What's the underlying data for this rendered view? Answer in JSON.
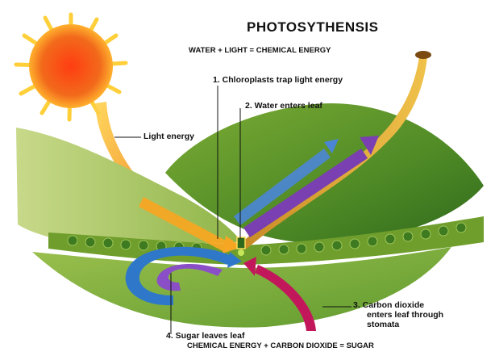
{
  "title": "PHOTOSYTHENSIS",
  "equation_top": "WATER + LIGHT = CHEMICAL ENERGY",
  "equation_bottom": "CHEMICAL ENERGY + CARBON DIOXIDE = SUGAR",
  "labels": {
    "light_energy": "Light energy",
    "step1": "1.  Chloroplasts trap light energy",
    "step2": "2.  Water enters leaf",
    "step3_line1": "3.  Carbon dioxide",
    "step3_line2": "enters leaf through",
    "step3_line3": "stomata",
    "step4": "4.  Sugar leaves leaf"
  },
  "colors": {
    "sun": "#f26a1b",
    "leaf_dark": "#3f7d22",
    "leaf_light": "#8ab83a",
    "water_arrow": "#4b86d6",
    "sugar_arrow": "#7a3fb0",
    "co2_arrow": "#c2185b",
    "light_arrow": "#f5a623"
  }
}
